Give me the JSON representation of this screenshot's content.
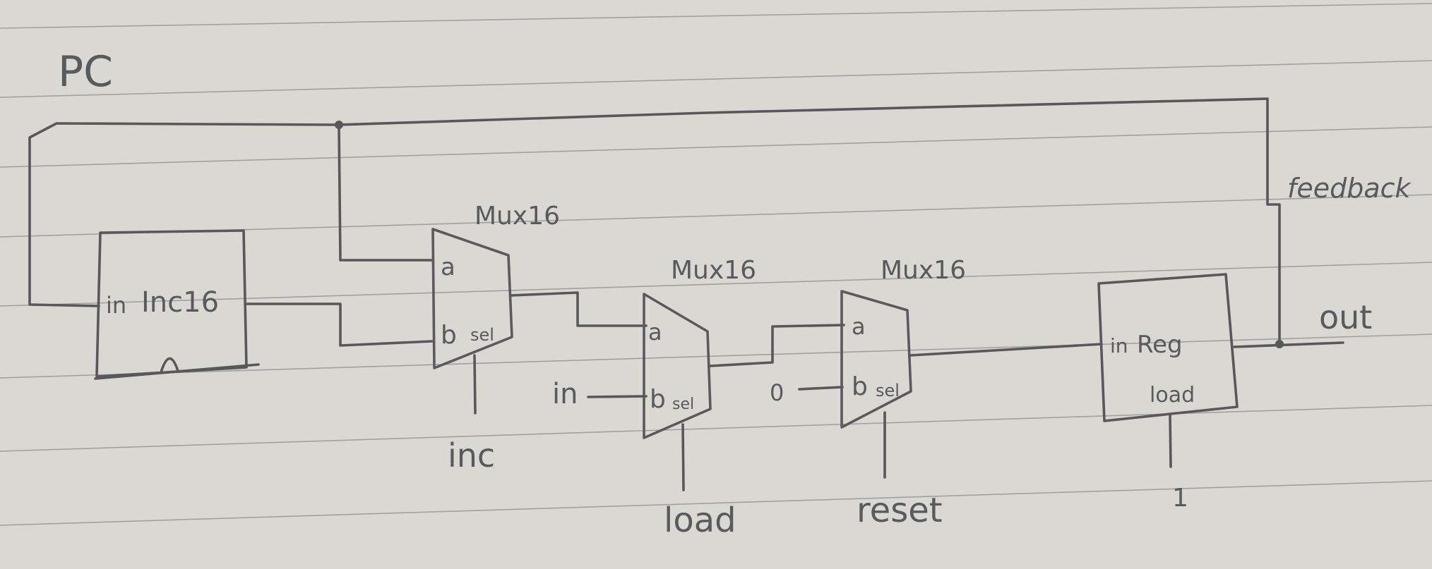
{
  "title": "PC",
  "feedback_label": "feedback",
  "output_label": "out",
  "incrementer": {
    "name": "Inc16",
    "in_label": "in"
  },
  "mux_inc": {
    "name": "Mux16",
    "a_label": "a",
    "b_label": "b",
    "sel_label": "sel",
    "sel_signal": "inc"
  },
  "mux_load": {
    "name": "Mux16",
    "a_label": "a",
    "b_label": "b",
    "sel_label": "sel",
    "in_signal": "in",
    "sel_signal": "load"
  },
  "mux_reset": {
    "name": "Mux16",
    "a_label": "a",
    "b_label": "b",
    "sel_label": "sel",
    "b_constant": "0",
    "sel_signal": "reset"
  },
  "register": {
    "name": "Reg",
    "in_label": "in",
    "load_label": "load",
    "load_value": "1"
  },
  "colors": {
    "paper": "#d9d8d3",
    "pencil": "#58585a",
    "rule": "#8e8e92"
  }
}
